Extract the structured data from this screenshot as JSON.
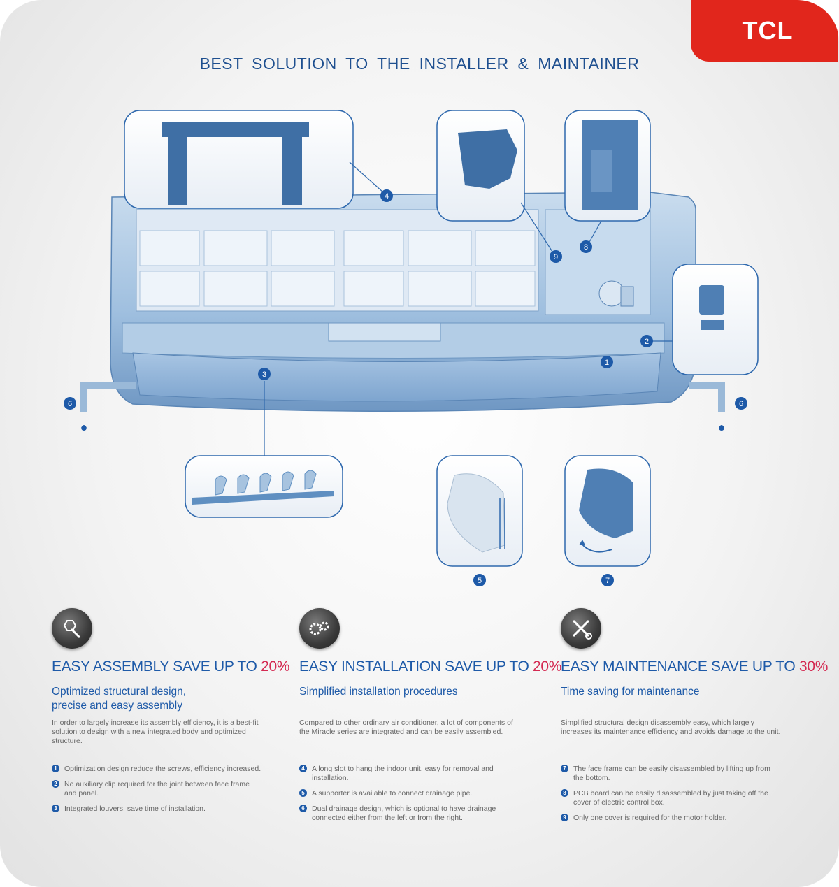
{
  "brand": {
    "logo_text": "TCL"
  },
  "headline": "BEST SOLUTION TO THE INSTALLER & MAINTAINER",
  "markers": [
    "1",
    "2",
    "3",
    "4",
    "5",
    "6",
    "7",
    "8",
    "9"
  ],
  "colors": {
    "brand_red": "#e1261c",
    "accent_blue": "#1e5aa8",
    "percent_pink": "#d42a52",
    "unit_blue": "#7fa8d2"
  },
  "columns": [
    {
      "icon": "bolt-wrench-icon",
      "title": "EASY ASSEMBLY SAVE UP TO ",
      "percent": "20%",
      "subtitle_lines": [
        "Optimized structural design,",
        "precise and easy assembly"
      ],
      "body": "In order to largely increase its assembly efficiency, it is a best-fit solution to design with a new integrated body and optimized structure.",
      "bullets": [
        {
          "num": "1",
          "text": "Optimization design reduce the screws, efficiency increased."
        },
        {
          "num": "2",
          "text": "No auxiliary clip required for the joint between face frame and panel."
        },
        {
          "num": "3",
          "text": "Integrated louvers, save time of installation."
        }
      ]
    },
    {
      "icon": "gears-icon",
      "title": "EASY INSTALLATION SAVE UP TO ",
      "percent": "20%",
      "subtitle_lines": [
        "Simplified installation procedures"
      ],
      "body": "Compared to other ordinary air conditioner, a lot of components of the Miracle series are integrated and can be easily assembled.",
      "bullets": [
        {
          "num": "4",
          "text": "A long slot to hang the indoor unit, easy for removal and installation."
        },
        {
          "num": "5",
          "text": "A supporter is available to connect drainage pipe."
        },
        {
          "num": "6",
          "text": "Dual drainage design, which is optional to have drainage connected either from the left or from the right."
        }
      ]
    },
    {
      "icon": "screwdriver-wrench-icon",
      "title": "EASY MAINTENANCE SAVE UP TO ",
      "percent": "30%",
      "subtitle_lines": [
        "Time saving for maintenance"
      ],
      "body": "Simplified structural design disassembly easy, which largely increases its maintenance efficiency and avoids damage to the unit.",
      "bullets": [
        {
          "num": "7",
          "text": "The face frame can be easily disassembled by lifting up from the bottom."
        },
        {
          "num": "8",
          "text": "PCB board can be easily disassembled by just taking off the cover of electric control box."
        },
        {
          "num": "9",
          "text": "Only one cover is required for the motor holder."
        }
      ]
    }
  ]
}
